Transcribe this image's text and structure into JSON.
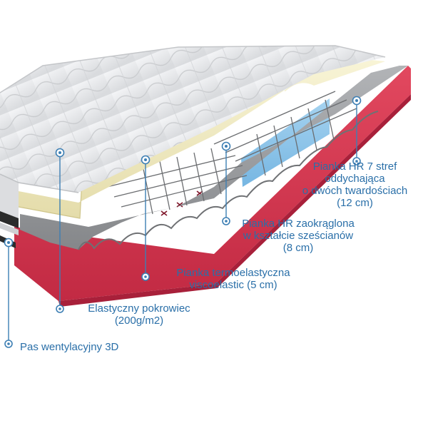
{
  "colors": {
    "label_text": "#2a6fa8",
    "leader_line": "#3d7fb4",
    "cover_quilt": "#e9eaec",
    "visco_foam": "#f2edc4",
    "hr_foam_grey": "#9a9c9f",
    "hr_zone_red": "#d9324c",
    "hr_zone_blue": "#8ec6ea",
    "vent_band": "#2b2b2b"
  },
  "icons": {
    "marker": "circle-dot-icon"
  },
  "labels": {
    "zone_foam": {
      "lines": [
        "Pianka HR 7 stref",
        "oddychająca",
        "o dwóch twardościach",
        "(12 cm)"
      ]
    },
    "cube_foam": {
      "lines": [
        "Pianka HR zaokrąglona",
        "w kształcie sześcianów",
        "(8 cm)"
      ]
    },
    "visco_foam": {
      "lines": [
        "Pianka termoelastyczna",
        "viscoelastic (5 cm)"
      ]
    },
    "cover": {
      "lines": [
        "Elastyczny pokrowiec",
        "(200g/m2)"
      ]
    },
    "vent_band": {
      "lines": [
        "Pas wentylacyjny 3D"
      ]
    }
  }
}
